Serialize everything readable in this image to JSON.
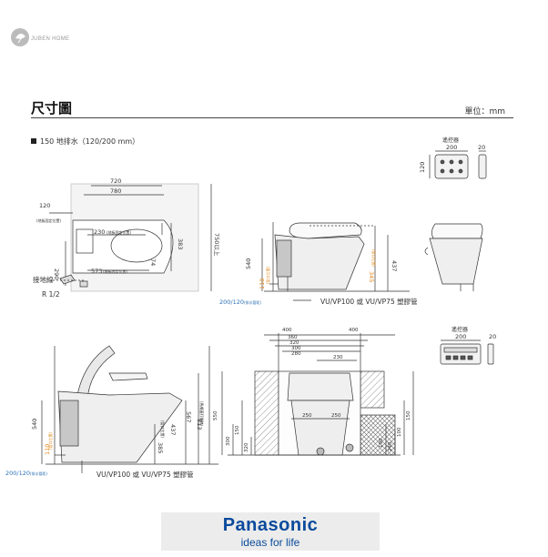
{
  "brand": {
    "logo_text": "JUBEN HOME"
  },
  "header": {
    "title": "尺寸圖",
    "unit": "單位：mm"
  },
  "drain_note": "150 地排水（120/200 mm）",
  "top_view": {
    "dims": {
      "d720": "720",
      "d780": "780",
      "d120": "120",
      "d120_note": "(地板固定位置)",
      "d230": "230",
      "d230_note": "(地板固定位置)",
      "d74": "74",
      "d383": "383",
      "d290": "290",
      "d573": "573",
      "d573_note": "(地板固定位置)",
      "d750": "750以上"
    },
    "labels": {
      "water_connector": "接地線",
      "r_half": "R 1/2"
    }
  },
  "side_view_closed": {
    "dims": {
      "d540": "540",
      "d110": "110",
      "d110_note": "(管口位置)",
      "d345": "345",
      "d345_note": "(管口位置)",
      "d437": "437",
      "drain_dist": "200/120",
      "drain_dist_note": "(排水管距)"
    },
    "pipe_label": "VU/VP100 或 VU/VP75 塑膠管"
  },
  "remote_top": {
    "label": "遙控器",
    "d200": "200",
    "d20": "20",
    "d120": "120"
  },
  "remote_bottom": {
    "label": "遙控器",
    "d200": "200",
    "d20": "20"
  },
  "side_view_open": {
    "dims": {
      "d540": "540",
      "d110": "110",
      "d110_note": "(管口位置)",
      "d385": "385",
      "d385_note": "(管口位置)",
      "d437": "437",
      "d567": "567",
      "d813": "813",
      "d813_note": "(馬桶蓋打開時)",
      "drain_dist": "200/120",
      "drain_dist_note": "(排水管距)"
    },
    "pipe_label": "VU/VP100 或 VU/VP75 塑膠管"
  },
  "front_view": {
    "dims": {
      "d400a": "400",
      "d400b": "400",
      "d360": "360",
      "d320": "320",
      "d300": "300",
      "d280": "280",
      "d230": "230",
      "d250a": "250",
      "d250b": "250",
      "d550": "550",
      "d300v": "300",
      "d150": "150",
      "d320v": "320",
      "d190": "190",
      "d240": "240",
      "d100": "100",
      "d150v": "150"
    }
  },
  "footer": {
    "brand": "Panasonic",
    "slogan": "ideas for life"
  }
}
